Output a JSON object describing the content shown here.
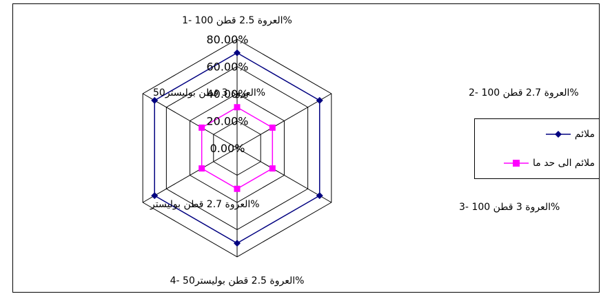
{
  "chart_data": {
    "type": "radar",
    "axes": [
      "%العروة 2.5 قطن 100 -1",
      "%العروة 2.7 قطن 100 -2",
      "%العروة 3 قطن 100 -3",
      "%العروة 2.5 قطن بوليستر50 -4",
      "%العروة 2.7 قطن بوليستر",
      "%العروة 3 قطن بوليستر50"
    ],
    "tick_labels": [
      "0.00%",
      "20.00%",
      "40.00%",
      "60.00%",
      "80.00%"
    ],
    "range": [
      0,
      80
    ],
    "series": [
      {
        "name": "ملائم",
        "values": [
          70,
          70,
          70,
          70,
          70,
          70
        ],
        "color": "#000080",
        "marker": "diamond"
      },
      {
        "name": "ملائم الى حد ما",
        "values": [
          30,
          30,
          30,
          30,
          30,
          30
        ],
        "color": "#FF00FF",
        "marker": "square"
      }
    ],
    "grid": true,
    "legend_position": "right"
  }
}
